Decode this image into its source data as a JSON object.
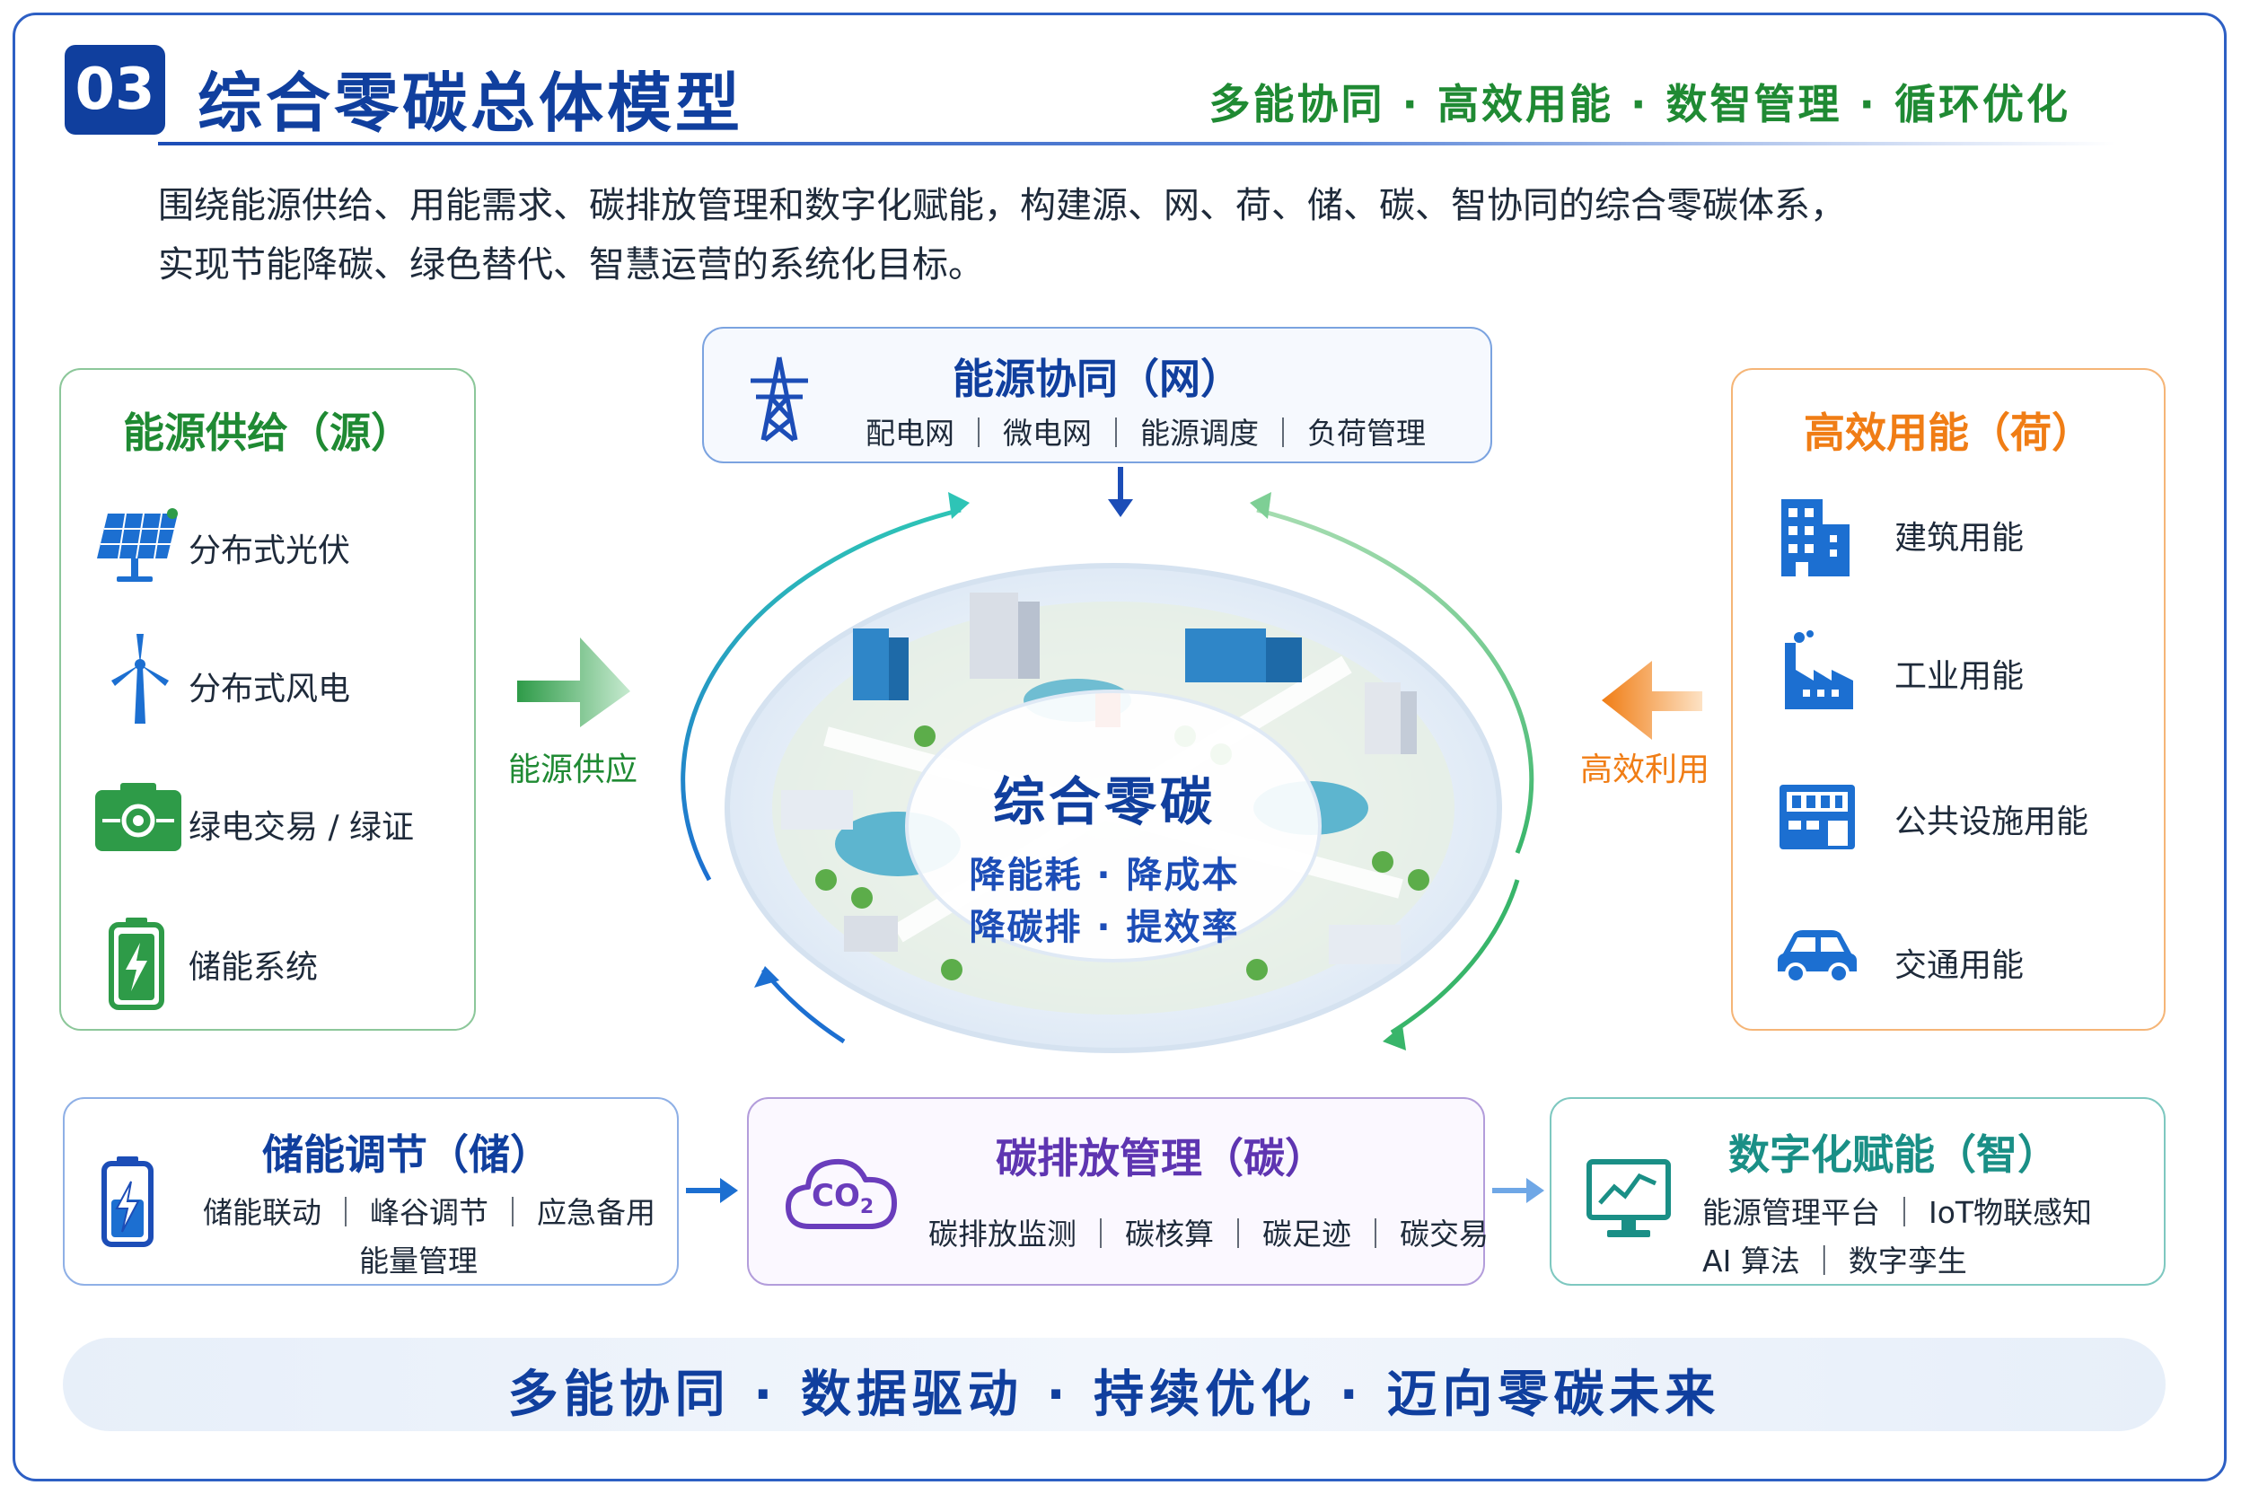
{
  "header": {
    "badge": "03",
    "title": "综合零碳总体模型",
    "tagline": "多能协同 · 高效用能 · 数智管理 · 循环优化"
  },
  "intro": {
    "line1": "围绕能源供给、用能需求、碳排放管理和数字化赋能，构建源、网、荷、储、碳、智协同的综合零碳体系，",
    "line2": "实现节能降碳、绿色替代、智慧运营的系统化目标。"
  },
  "source": {
    "title": "能源供给（源）",
    "items": [
      {
        "label": "分布式光伏",
        "icon": "solar-panel-icon"
      },
      {
        "label": "分布式风电",
        "icon": "wind-turbine-icon"
      },
      {
        "label": "绿电交易 / 绿证",
        "icon": "green-certificate-icon"
      },
      {
        "label": "储能系统",
        "icon": "battery-icon"
      }
    ]
  },
  "grid": {
    "title": "能源协同（网）",
    "items": "配电网 ｜ 微电网 ｜ 能源调度 ｜ 负荷管理",
    "icon": "transmission-tower-icon"
  },
  "load": {
    "title": "高效用能（荷）",
    "items": [
      {
        "label": "建筑用能",
        "icon": "building-icon"
      },
      {
        "label": "工业用能",
        "icon": "factory-icon"
      },
      {
        "label": "公共设施用能",
        "icon": "public-facility-icon"
      },
      {
        "label": "交通用能",
        "icon": "car-icon"
      }
    ]
  },
  "storage": {
    "title": "储能调节（储）",
    "line1": "储能联动 ｜ 峰谷调节 ｜ 应急备用",
    "line2": "能量管理",
    "icon": "battery-charge-icon"
  },
  "carbon": {
    "title": "碳排放管理（碳）",
    "items": "碳排放监测 ｜ 碳核算 ｜ 碳足迹 ｜ 碳交易",
    "icon": "co2-cloud-icon",
    "icon_text": "CO",
    "icon_sub": "2"
  },
  "smart": {
    "title": "数字化赋能（智）",
    "line1": "能源管理平台 ｜ IoT物联感知",
    "line2": "AI 算法 ｜ 数字孪生",
    "icon": "monitor-chart-icon"
  },
  "hub": {
    "title": "综合零碳",
    "line1": "降能耗 · 降成本",
    "line2": "降碳排 · 提效率"
  },
  "flows": {
    "left": "能源供应",
    "right": "高效利用"
  },
  "footer": "多能协同 · 数据驱动 · 持续优化 · 迈向零碳未来",
  "colors": {
    "primary": "#103f9e",
    "green": "#1f8a33",
    "orange": "#f07d15",
    "purple": "#5e35b1",
    "teal": "#1a8f86"
  }
}
